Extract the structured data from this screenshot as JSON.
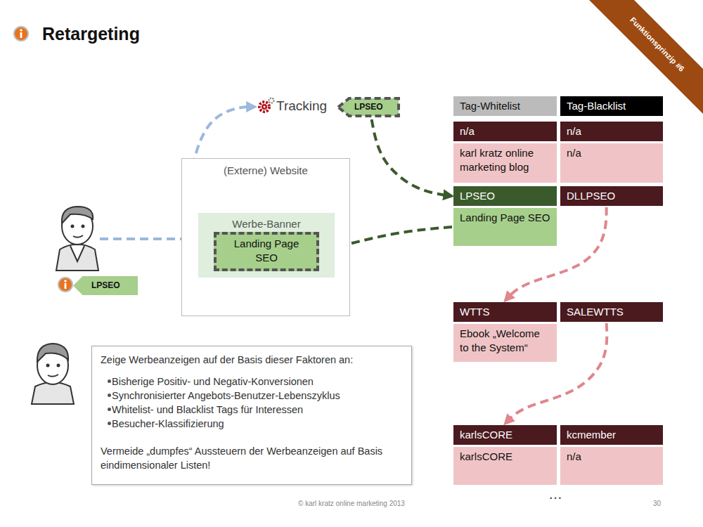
{
  "diagram": {
    "title": "Retargeting",
    "nodes": [
      {
        "text": [
          "(Externe) Website"
        ]
      },
      {
        "text": [
          "Werbe-Banner"
        ],
        "in": 0
      },
      {
        "text": [
          "Landing Page SEO"
        ],
        "in": 1
      },
      {
        "text": [
          "Tracking"
        ]
      },
      {
        "text": [
          "LPSEO"
        ]
      },
      {
        "text": [
          "LPSEO"
        ]
      },
      {
        "text": [
          "Tag-Whitelist"
        ]
      },
      {
        "text": [
          "Tag-Blacklist"
        ]
      },
      {
        "text": [
          "n/a"
        ]
      },
      {
        "text": [
          "n/a"
        ]
      },
      {
        "text": [
          "karl kratz online marketing blog"
        ]
      },
      {
        "text": [
          "n/a"
        ]
      },
      {
        "text": [
          "LPSEO"
        ]
      },
      {
        "text": [
          "DLLPSEO"
        ]
      },
      {
        "text": [
          "Landing Page SEO"
        ]
      },
      {
        "text": [
          "WTTS"
        ]
      },
      {
        "text": [
          "SALEWTTS"
        ]
      },
      {
        "text": [
          "Ebook „Welcome to the System“"
        ]
      },
      {
        "text": [
          "karlsCORE"
        ]
      },
      {
        "text": [
          "kcmember"
        ]
      },
      {
        "text": [
          "karlsCORE"
        ]
      },
      {
        "text": [
          "n/a"
        ]
      },
      {
        "text": [
          "Zeige Werbeanzeigen auf der Basis dieser Faktoren an:",
          "Bisherige Positiv- und Negativ-Konversionen",
          "Synchronisierter Angebots-Benutzer-Lebenszyklus",
          "Whitelist- und Blacklist Tags für Interessen",
          "Besucher-Klassifizierung",
          "Vermeide „dumpfes“ Aussteuern der Werbeanzeigen auf Basis eindimensionaler Listen!"
        ]
      }
    ],
    "edges": [
      {
        "from": 2,
        "to": 3,
        "arrow": "to"
      },
      {
        "from": 4,
        "to": 12,
        "arrow": "to"
      },
      {
        "from": 14,
        "to": 2,
        "arrow": "to"
      },
      {
        "from": 13,
        "to": 15,
        "arrow": "to"
      },
      {
        "from": 16,
        "to": 18,
        "arrow": "to"
      }
    ],
    "labels": [
      "Funktionsprinzip #6",
      "…",
      "© karl kratz online marketing 2013",
      "30"
    ]
  }
}
